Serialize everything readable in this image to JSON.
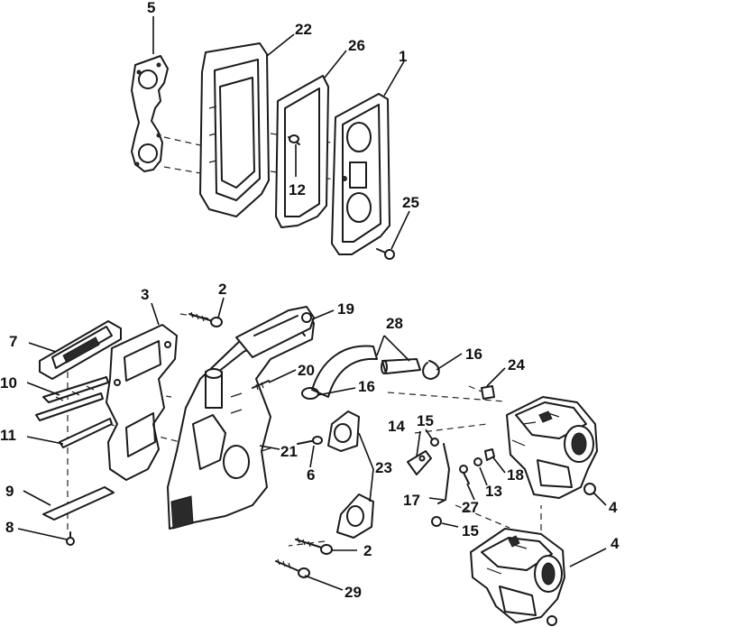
{
  "callouts": {
    "c1": "1",
    "c2a": "2",
    "c2b": "2",
    "c3": "3",
    "c4a": "4",
    "c4b": "4",
    "c5": "5",
    "c6": "6",
    "c7": "7",
    "c8": "8",
    "c9": "9",
    "c10": "10",
    "c11": "11",
    "c12": "12",
    "c13": "13",
    "c14": "14",
    "c15a": "15",
    "c15b": "15",
    "c16a": "16",
    "c16b": "16",
    "c17": "17",
    "c18": "18",
    "c19": "19",
    "c20": "20",
    "c21": "21",
    "c22": "22",
    "c23": "23",
    "c24": "24",
    "c25": "25",
    "c26": "26",
    "c27": "27",
    "c28": "28",
    "c29": "29"
  }
}
